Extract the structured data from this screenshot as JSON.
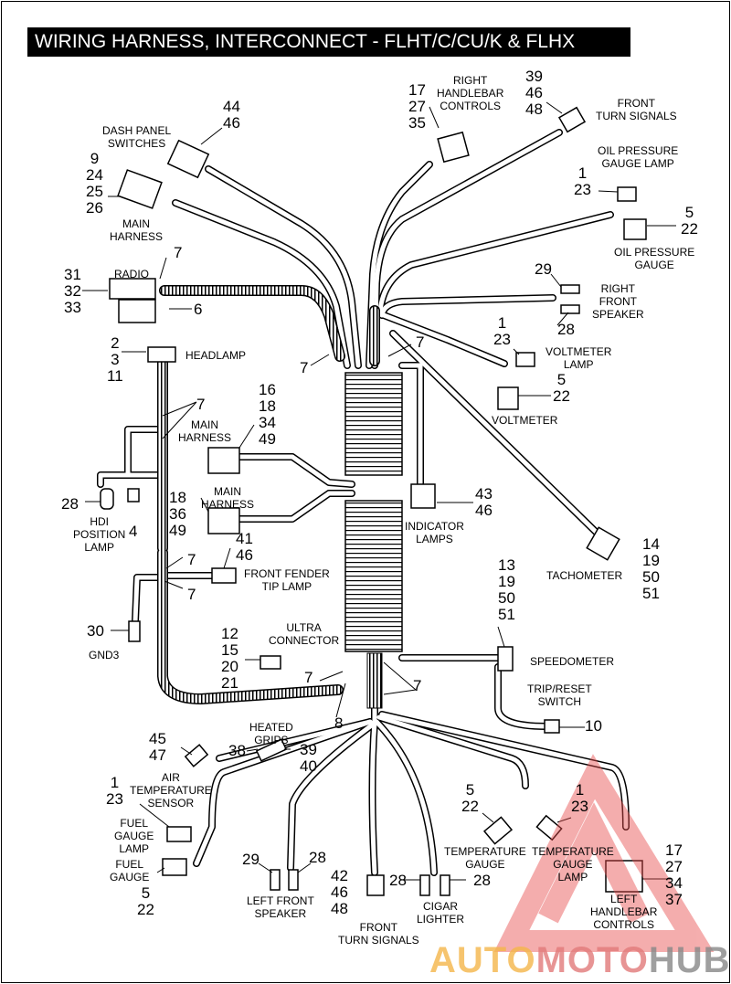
{
  "title": "WIRING HARNESS, INTERCONNECT - FLHT/C/CU/K & FLHX",
  "components": {
    "dash_panel_switches": {
      "label": "DASH PANEL\nSWITCHES",
      "refs": "44\n46"
    },
    "main_harness_top": {
      "label": "MAIN\nHARNESS",
      "refs": "9\n24\n25\n26"
    },
    "radio": {
      "label": "RADIO",
      "refs": "31\n32\n33",
      "clip": "7",
      "screw": "6"
    },
    "headlamp": {
      "label": "HEADLAMP",
      "refs": "2\n3\n11",
      "clips": "7"
    },
    "right_handlebar_controls": {
      "label": "RIGHT\nHANDLEBAR\nCONTROLS",
      "refs": "17\n27\n35"
    },
    "front_turn_signals_top": {
      "label": "FRONT\nTURN SIGNALS",
      "refs": "39\n46\n48"
    },
    "oil_pressure_gauge_lamp": {
      "label": "OIL PRESSURE\nGAUGE LAMP",
      "refs": "1\n23"
    },
    "oil_pressure_gauge": {
      "label": "OIL PRESSURE\nGAUGE",
      "refs": "5\n22"
    },
    "right_front_speaker": {
      "label": "RIGHT\nFRONT\nSPEAKER",
      "ref_a": "29",
      "ref_b": "28"
    },
    "voltmeter_lamp": {
      "label": "VOLTMETER\nLAMP",
      "refs": "1\n23"
    },
    "voltmeter": {
      "label": "VOLTMETER",
      "refs": "5\n22"
    },
    "main_harness_mid": {
      "label": "MAIN\nHARNESS",
      "refs": "16\n18\n34\n49"
    },
    "main_harness_low": {
      "label": "MAIN\nHARNESS",
      "refs": "18\n36\n49",
      "ref_extra": "41"
    },
    "indicator_lamps": {
      "label": "INDICATOR\nLAMPS",
      "refs": "43\n46"
    },
    "hdi_position_lamp": {
      "label": "HDI\nPOSITION\nLAMP",
      "ref_a": "28",
      "ref_b": "4"
    },
    "front_fender_tip_lamp": {
      "label": "FRONT FENDER\nTIP LAMP",
      "refs": "46"
    },
    "tachometer": {
      "label": "TACHOMETER",
      "refs": "14\n19\n50\n51"
    },
    "gnd3": {
      "label": "GND3",
      "refs": "30"
    },
    "ultra_connector": {
      "label": "ULTRA\nCONNECTOR",
      "refs": "12\n15\n20\n21"
    },
    "speedometer": {
      "label": "SPEEDOMETER",
      "refs": "13\n19\n50\n51"
    },
    "trip_reset_switch": {
      "label": "TRIP/RESET\nSWITCH",
      "refs": "10"
    },
    "heated_grips": {
      "label": "HEATED\nGRIPS",
      "ref_a": "38",
      "ref_b": "39\n40"
    },
    "air_temperature_sensor": {
      "label": "AIR\nTEMPERATURE\nSENSOR",
      "refs": "45\n47"
    },
    "fuel_gauge_lamp": {
      "label": "FUEL\nGAUGE\nLAMP",
      "refs": "1\n23"
    },
    "fuel_gauge": {
      "label": "FUEL\nGAUGE",
      "refs": "5\n22"
    },
    "left_front_speaker": {
      "label": "LEFT FRONT\nSPEAKER",
      "ref_a": "29",
      "ref_b": "28"
    },
    "front_turn_signals_bottom": {
      "label": "FRONT\nTURN SIGNALS",
      "refs": "42\n46\n48"
    },
    "cigar_lighter": {
      "label": "CIGAR\nLIGHTER",
      "ref_a": "28",
      "ref_b": "28"
    },
    "temperature_gauge": {
      "label": "TEMPERATURE\nGAUGE",
      "refs": "5\n22"
    },
    "temperature_gauge_lamp": {
      "label": "TEMPERATURE\nGAUGE\nLAMP",
      "refs": "1\n23"
    },
    "left_handlebar_controls": {
      "label": "LEFT\nHANDLEBAR\nCONTROLS",
      "refs": "17\n27\n34\n37"
    }
  },
  "cable_straps": {
    "ref": "7",
    "ref_cap": "8"
  },
  "watermark": {
    "text_a": "AUTO",
    "text_m": "MOTO",
    "text_h": "HUB",
    "triangle_color": "#e84c4c"
  }
}
